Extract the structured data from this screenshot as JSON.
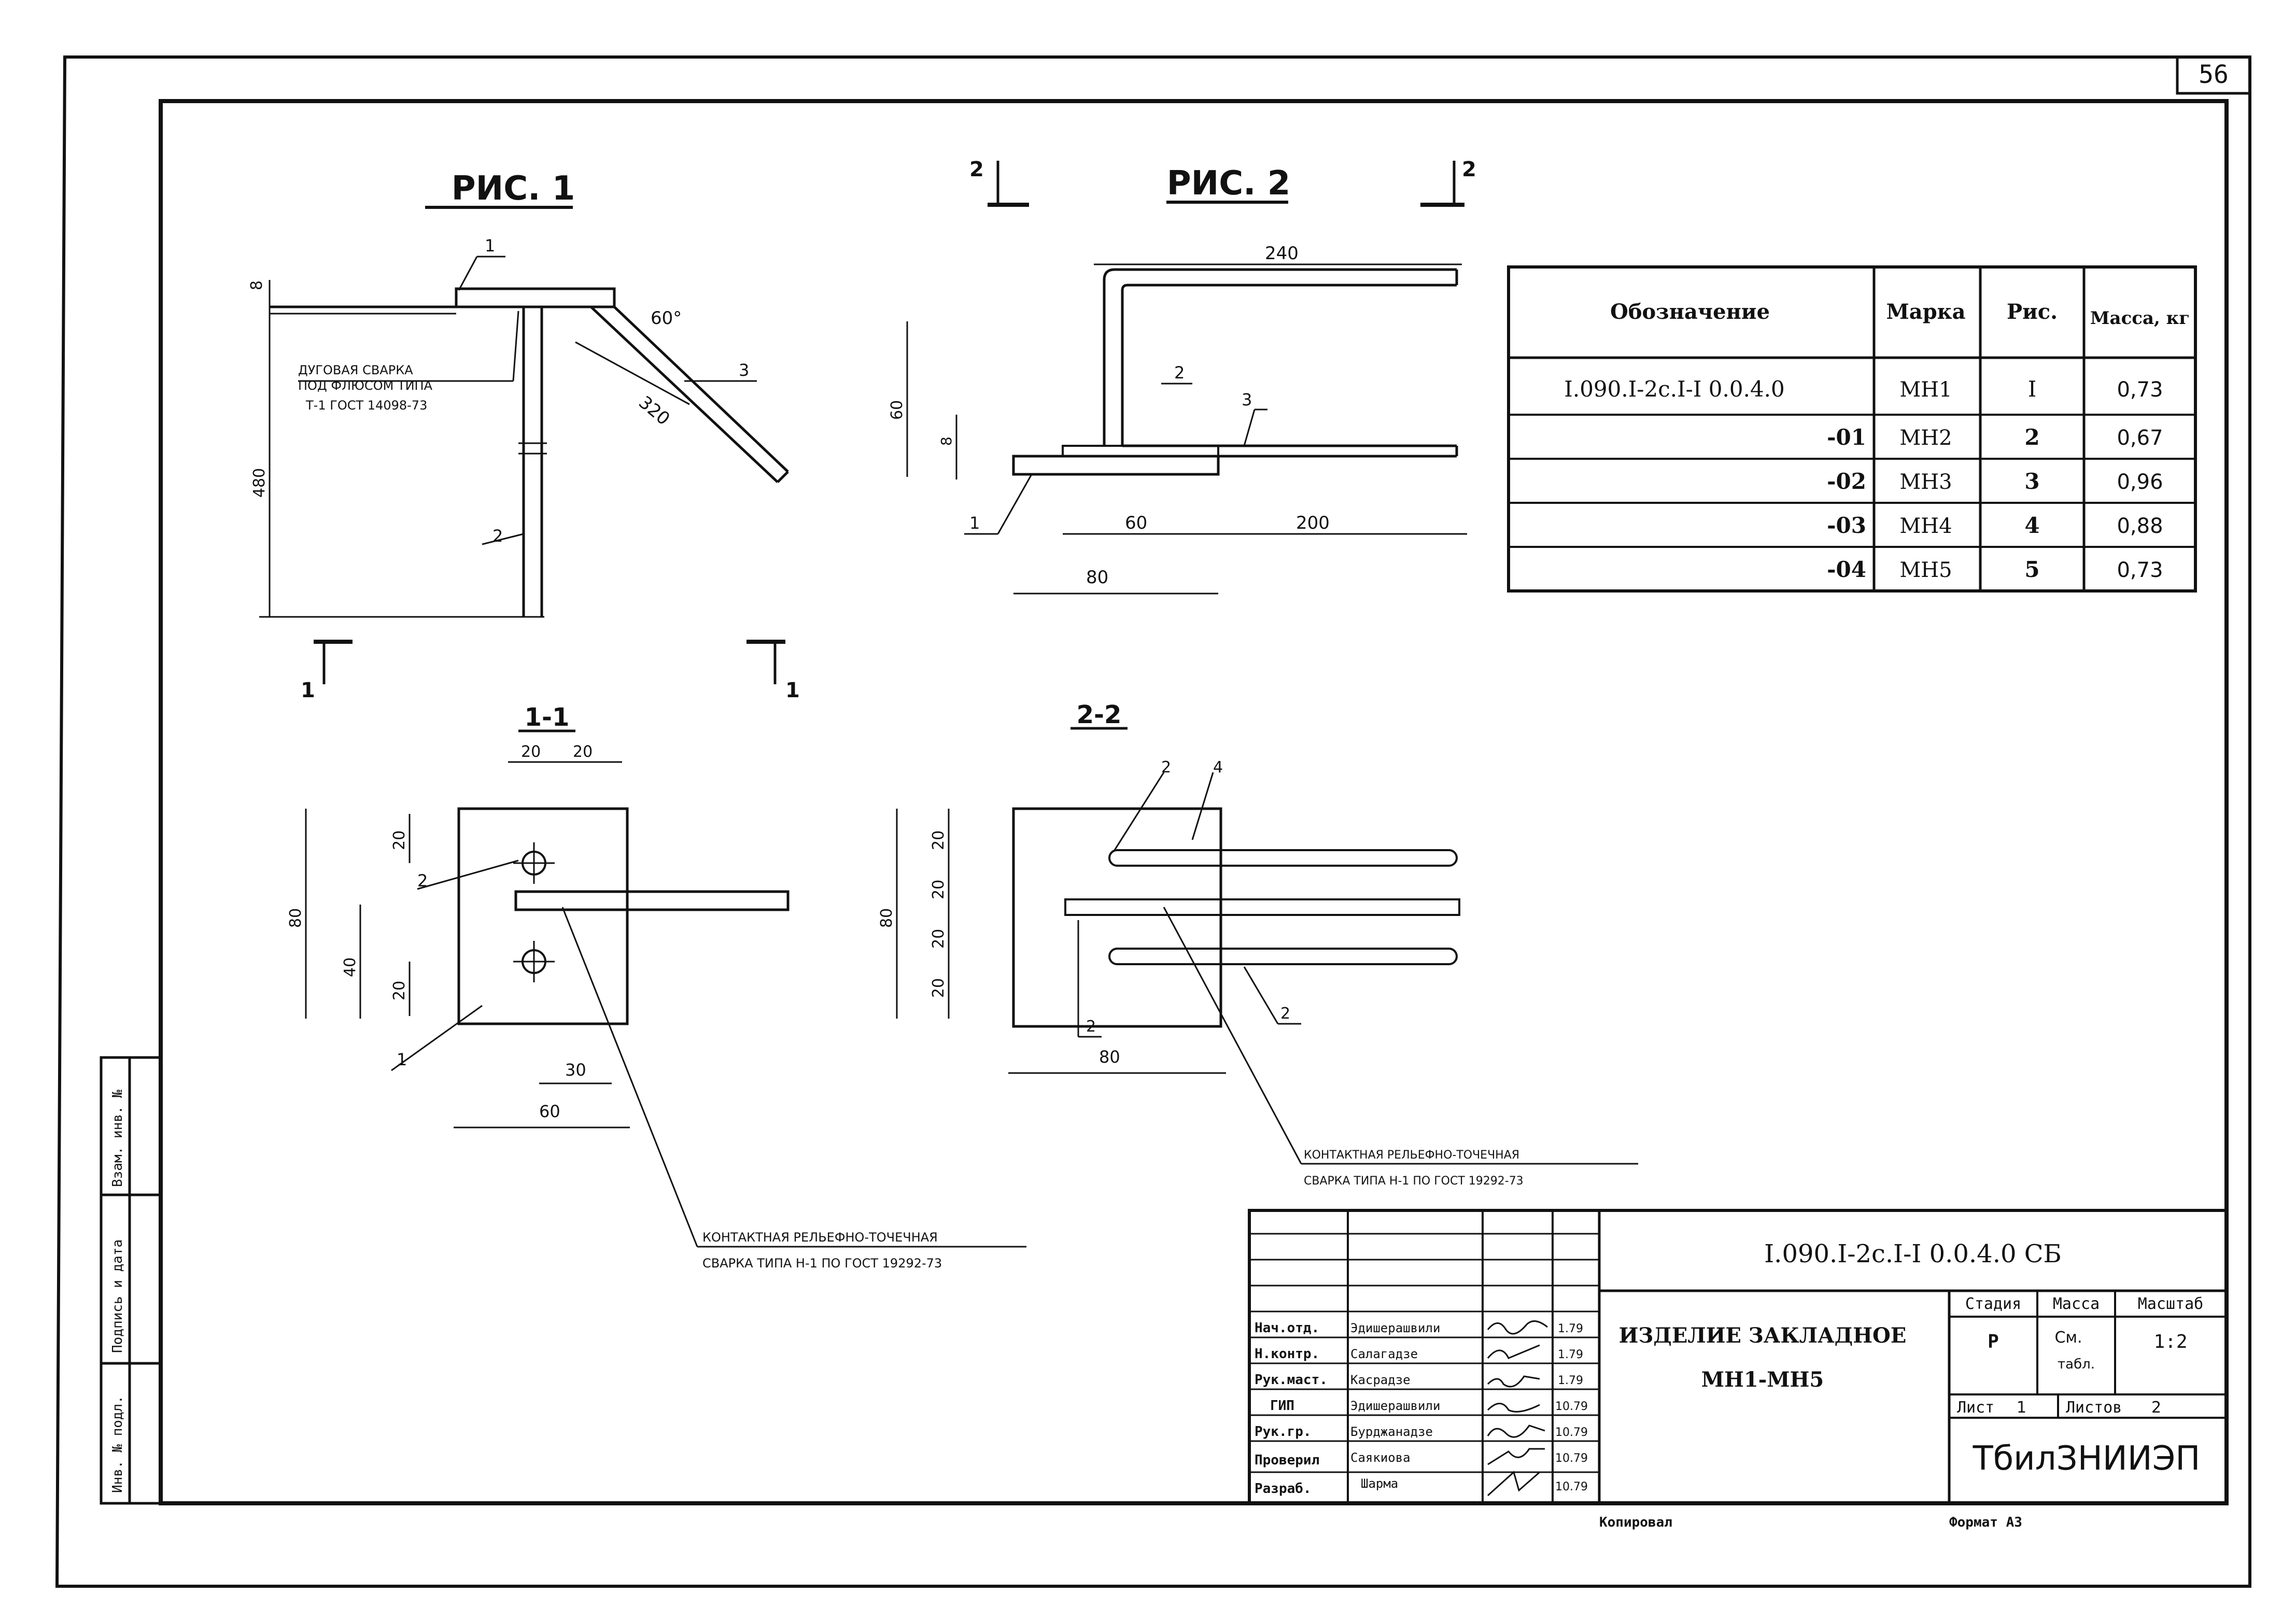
{
  "page_number": "56",
  "figures": {
    "fig1_title": "РИС. 1",
    "fig2_title": "РИС. 2",
    "section_1_1": "1-1",
    "section_2_2": "2-2",
    "section_mark_1": "1",
    "section_mark_2": "2"
  },
  "fig1": {
    "dim_8": "8",
    "dim_480": "480",
    "dim_320": "320",
    "angle_60": "60°",
    "pos_1": "1",
    "pos_2": "2",
    "pos_3": "3",
    "note_line1": "ДУГОВАЯ СВАРКА",
    "note_line2": "ПОД ФЛЮСОМ ТИПА",
    "note_line3": "Т-1 ГОСТ 14098-73"
  },
  "fig2": {
    "dim_240": "240",
    "dim_60v": "60",
    "dim_8": "8",
    "dim_60": "60",
    "dim_200": "200",
    "dim_80": "80",
    "pos_1": "1",
    "pos_2": "2",
    "pos_3": "3"
  },
  "sec11": {
    "dim_20a": "20",
    "dim_20b": "20",
    "dim_20v1": "20",
    "dim_20v2": "20",
    "dim_80": "80",
    "dim_40": "40",
    "dim_30": "30",
    "dim_60": "60",
    "pos_1": "1",
    "pos_2": "2",
    "weld_line1": "КОНТАКТНАЯ РЕЛЬЕФНО-ТОЧЕЧНАЯ",
    "weld_line2": "СВАРКА ТИПА Н-1 ПО ГОСТ 19292-73"
  },
  "sec22": {
    "dim_20a": "20",
    "dim_20b": "20",
    "dim_20c": "20",
    "dim_20d": "20",
    "dim_80v": "80",
    "dim_80": "80",
    "pos_2a": "2",
    "pos_4": "4",
    "pos_2b": "2",
    "pos_2c": "2",
    "weld_line1": "КОНТАКТНАЯ РЕЛЬЕФНО-ТОЧЕЧНАЯ",
    "weld_line2": "СВАРКА ТИПА Н-1 ПО ГОСТ 19292-73"
  },
  "spec_table": {
    "headers": [
      "Обозначение",
      "Марка",
      "Рис.",
      "Масса, кг"
    ],
    "rows": [
      [
        "I.090.I-2с.I-I 0.0.4.0",
        "МН1",
        "I",
        "0,73"
      ],
      [
        "-01",
        "МН2",
        "2",
        "0,67"
      ],
      [
        "-02",
        "МН3",
        "3",
        "0,96"
      ],
      [
        "-03",
        "МН4",
        "4",
        "0,88"
      ],
      [
        "-04",
        "МН5",
        "5",
        "0,73"
      ]
    ]
  },
  "side_stamp": {
    "inv_no": "Инв. № подл.",
    "sign_date": "Подпись и дата",
    "replace_inv": "Взам. инв. №"
  },
  "title_block": {
    "designation": "I.090.I-2с.I-I 0.0.4.0 СБ",
    "name_line1": "ИЗДЕЛИЕ  ЗАКЛАДНОЕ",
    "name_line2": "МН1-МН5",
    "stage_label": "Стадия",
    "mass_label": "Масса",
    "scale_label": "Масштаб",
    "stage_value": "Р",
    "mass_value_1": "См.",
    "mass_value_2": "табл.",
    "scale_value": "1:2",
    "sheet_label": "Лист",
    "sheet_value": "1",
    "sheets_label": "Листов",
    "sheets_value": "2",
    "org": "ТбилЗНИИЭП",
    "copied": "Копировал",
    "format": "Формат А3",
    "roles": [
      "Нач.отд.",
      "Н.контр.",
      "Рук.маст.",
      "ГИП",
      "Рук.гр.",
      "Проверил",
      "Разраб."
    ],
    "names": [
      "Эдишерашвили",
      "Салагадзе",
      "Касрадзе",
      "Эдишерашвили",
      "Бурджанадзе",
      "Саякиова",
      "Шарма"
    ],
    "dates": [
      "1.79",
      "1.79",
      "1.79",
      "10.79",
      "10.79",
      "10.79",
      "10.79"
    ]
  }
}
